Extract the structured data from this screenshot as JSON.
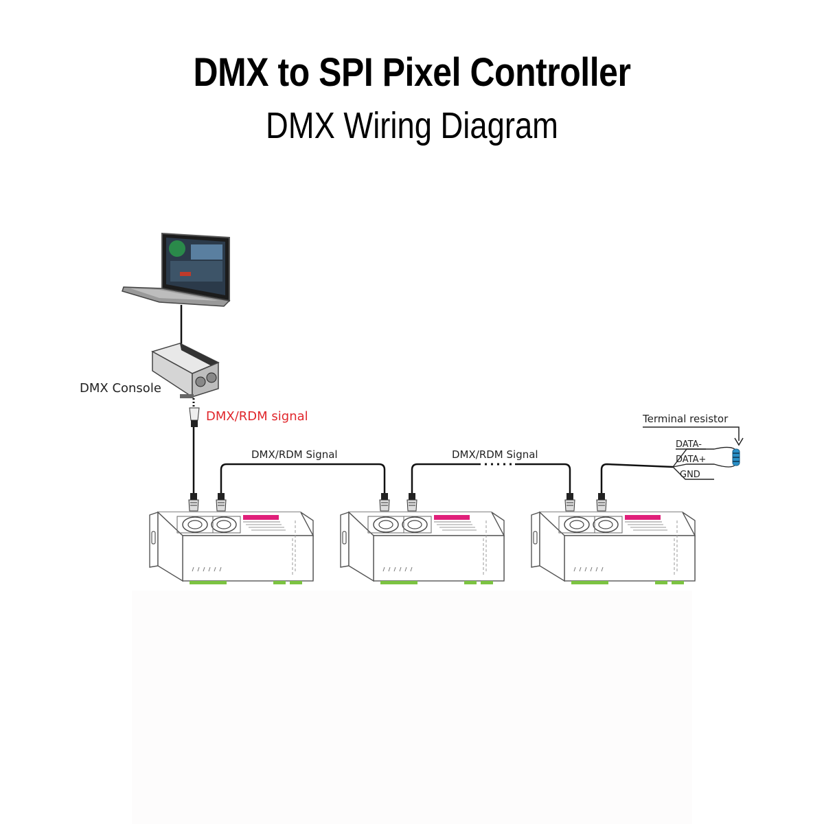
{
  "header": {
    "title": "DMX to SPI Pixel Controller",
    "subtitle": "DMX Wiring Diagram"
  },
  "labels": {
    "console": "DMX Console",
    "console_signal": "DMX/RDM  signal",
    "signal_1": "DMX/RDM Signal",
    "signal_2": "DMX/RDM Signal",
    "terminal_resistor": "Terminal resistor",
    "data_minus": "DATA-",
    "data_plus": "DATA+",
    "gnd": "GND"
  },
  "colors": {
    "signal_red": "#e0262b",
    "device_pink": "#e0207a",
    "terminal_green": "#7cc442",
    "resistor_blue": "#2a90c8"
  },
  "icons": {
    "laptop": "laptop-icon",
    "console": "dmx-console-icon",
    "controller": "controller-unit-icon",
    "resistor": "resistor-icon"
  }
}
